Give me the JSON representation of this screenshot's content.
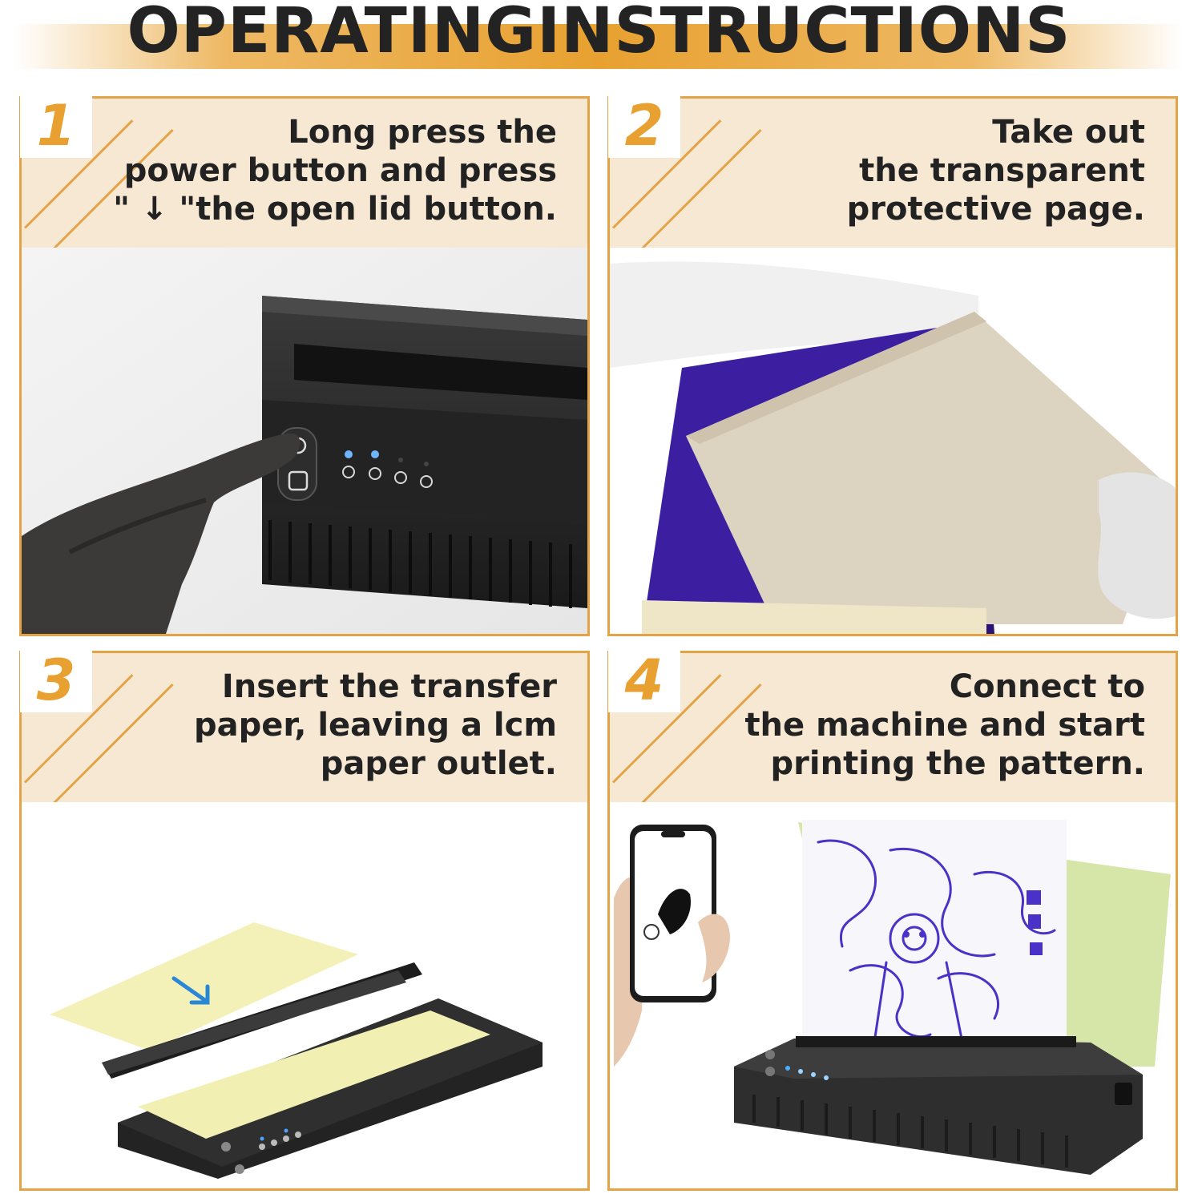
{
  "title": "OPERATINGINSTRUCTIONS",
  "steps": [
    {
      "number": "1",
      "lines": [
        "Long press the",
        "power button and press",
        "\" ↓ \"the open lid button."
      ]
    },
    {
      "number": "2",
      "lines": [
        "Take out",
        "the transparent",
        "protective page."
      ]
    },
    {
      "number": "3",
      "lines": [
        "Insert the transfer",
        "paper, leaving a lcm",
        "paper outlet."
      ]
    },
    {
      "number": "4",
      "lines": [
        "Connect to",
        "the machine and start",
        "printing the pattern."
      ]
    }
  ],
  "colors": {
    "accent": "#e8a130",
    "panel_border": "#e3a447",
    "panel_header_bg": "#f7e8d3",
    "text": "#222222"
  }
}
